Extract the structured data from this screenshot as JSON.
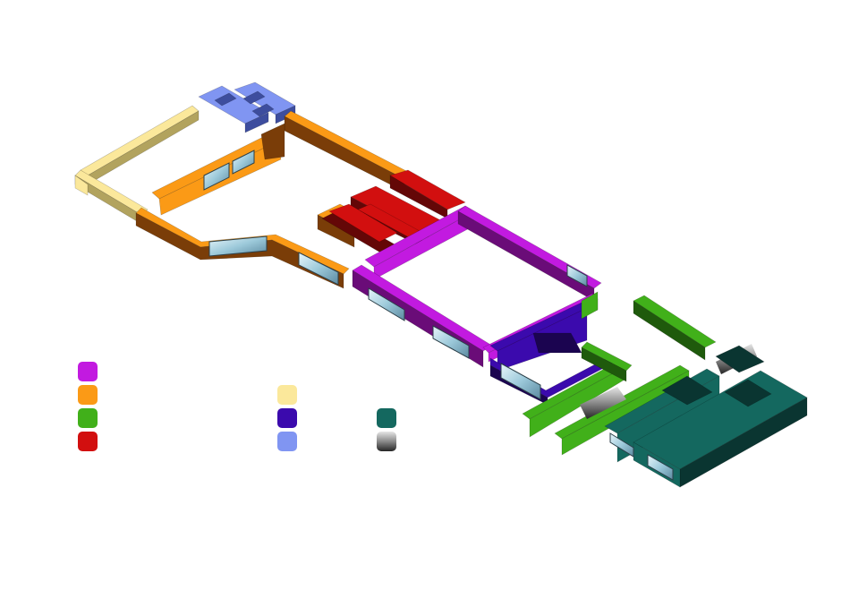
{
  "legend": [
    {
      "id": "magenta",
      "color": "#c21ae0"
    },
    {
      "id": "orange",
      "color": "#fb9a16"
    },
    {
      "id": "green",
      "color": "#41b01a"
    },
    {
      "id": "red",
      "color": "#d20f0f"
    },
    {
      "id": "pale-yellow",
      "color": "#fbe89b"
    },
    {
      "id": "indigo",
      "color": "#3b0aad"
    },
    {
      "id": "periwinkle",
      "color": "#8095f2"
    },
    {
      "id": "teal",
      "color": "#14685f"
    },
    {
      "id": "grey-gradient",
      "color": "#777777"
    }
  ],
  "colors": {
    "magenta": "#c21ae0",
    "magenta_dark": "#6a0c78",
    "orange": "#fb9a16",
    "orange_dark": "#7a3d08",
    "green": "#41b01a",
    "green_dark": "#1f5a0c",
    "red": "#d20f0f",
    "red_dark": "#640707",
    "yellow": "#fbe89b",
    "yellow_dark": "#b2a35e",
    "indigo": "#3b0aad",
    "indigo_dark": "#1b0450",
    "blue": "#8095f2",
    "blue_dark": "#3d4d9e",
    "teal": "#14685f",
    "teal_dark": "#0a3531",
    "glass": "#bfe1ee"
  }
}
